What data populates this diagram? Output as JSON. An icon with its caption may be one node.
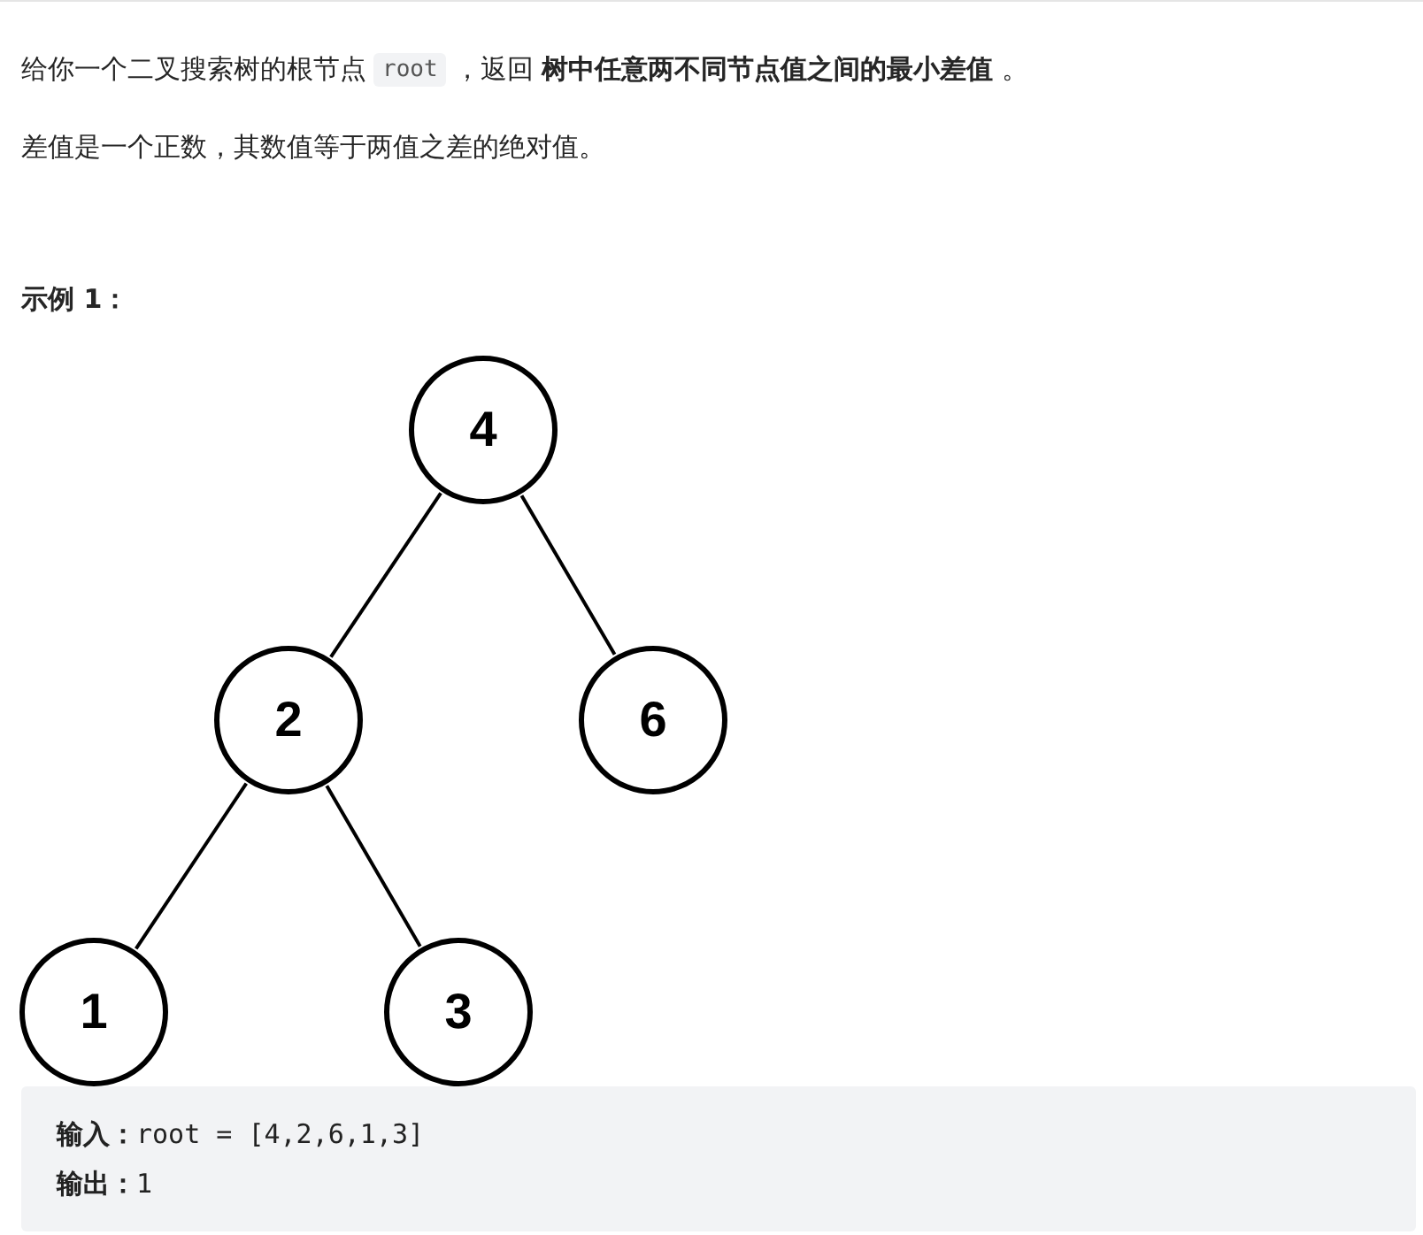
{
  "diagram": {
    "nodes": [
      {
        "text": [
          "4"
        ]
      },
      {
        "text": [
          "2"
        ]
      },
      {
        "text": [
          "6"
        ]
      },
      {
        "text": [
          "1"
        ]
      },
      {
        "text": [
          "3"
        ]
      }
    ],
    "edges": [
      {
        "from": 0,
        "to": 1,
        "arrow": "none"
      },
      {
        "from": 0,
        "to": 2,
        "arrow": "none"
      },
      {
        "from": 1,
        "to": 3,
        "arrow": "none"
      },
      {
        "from": 1,
        "to": 4,
        "arrow": "none"
      }
    ],
    "labels": [
      "给你一个二叉搜索树的根节点",
      "root",
      "，返回 **树中任意两不同节点值之间的最小差值** 。",
      "差值是一个正数，其数值等于两值之差的绝对值。",
      "示例 1：",
      "**输入：**root = [4,2,6,1,3]",
      "**输出：**1"
    ]
  }
}
